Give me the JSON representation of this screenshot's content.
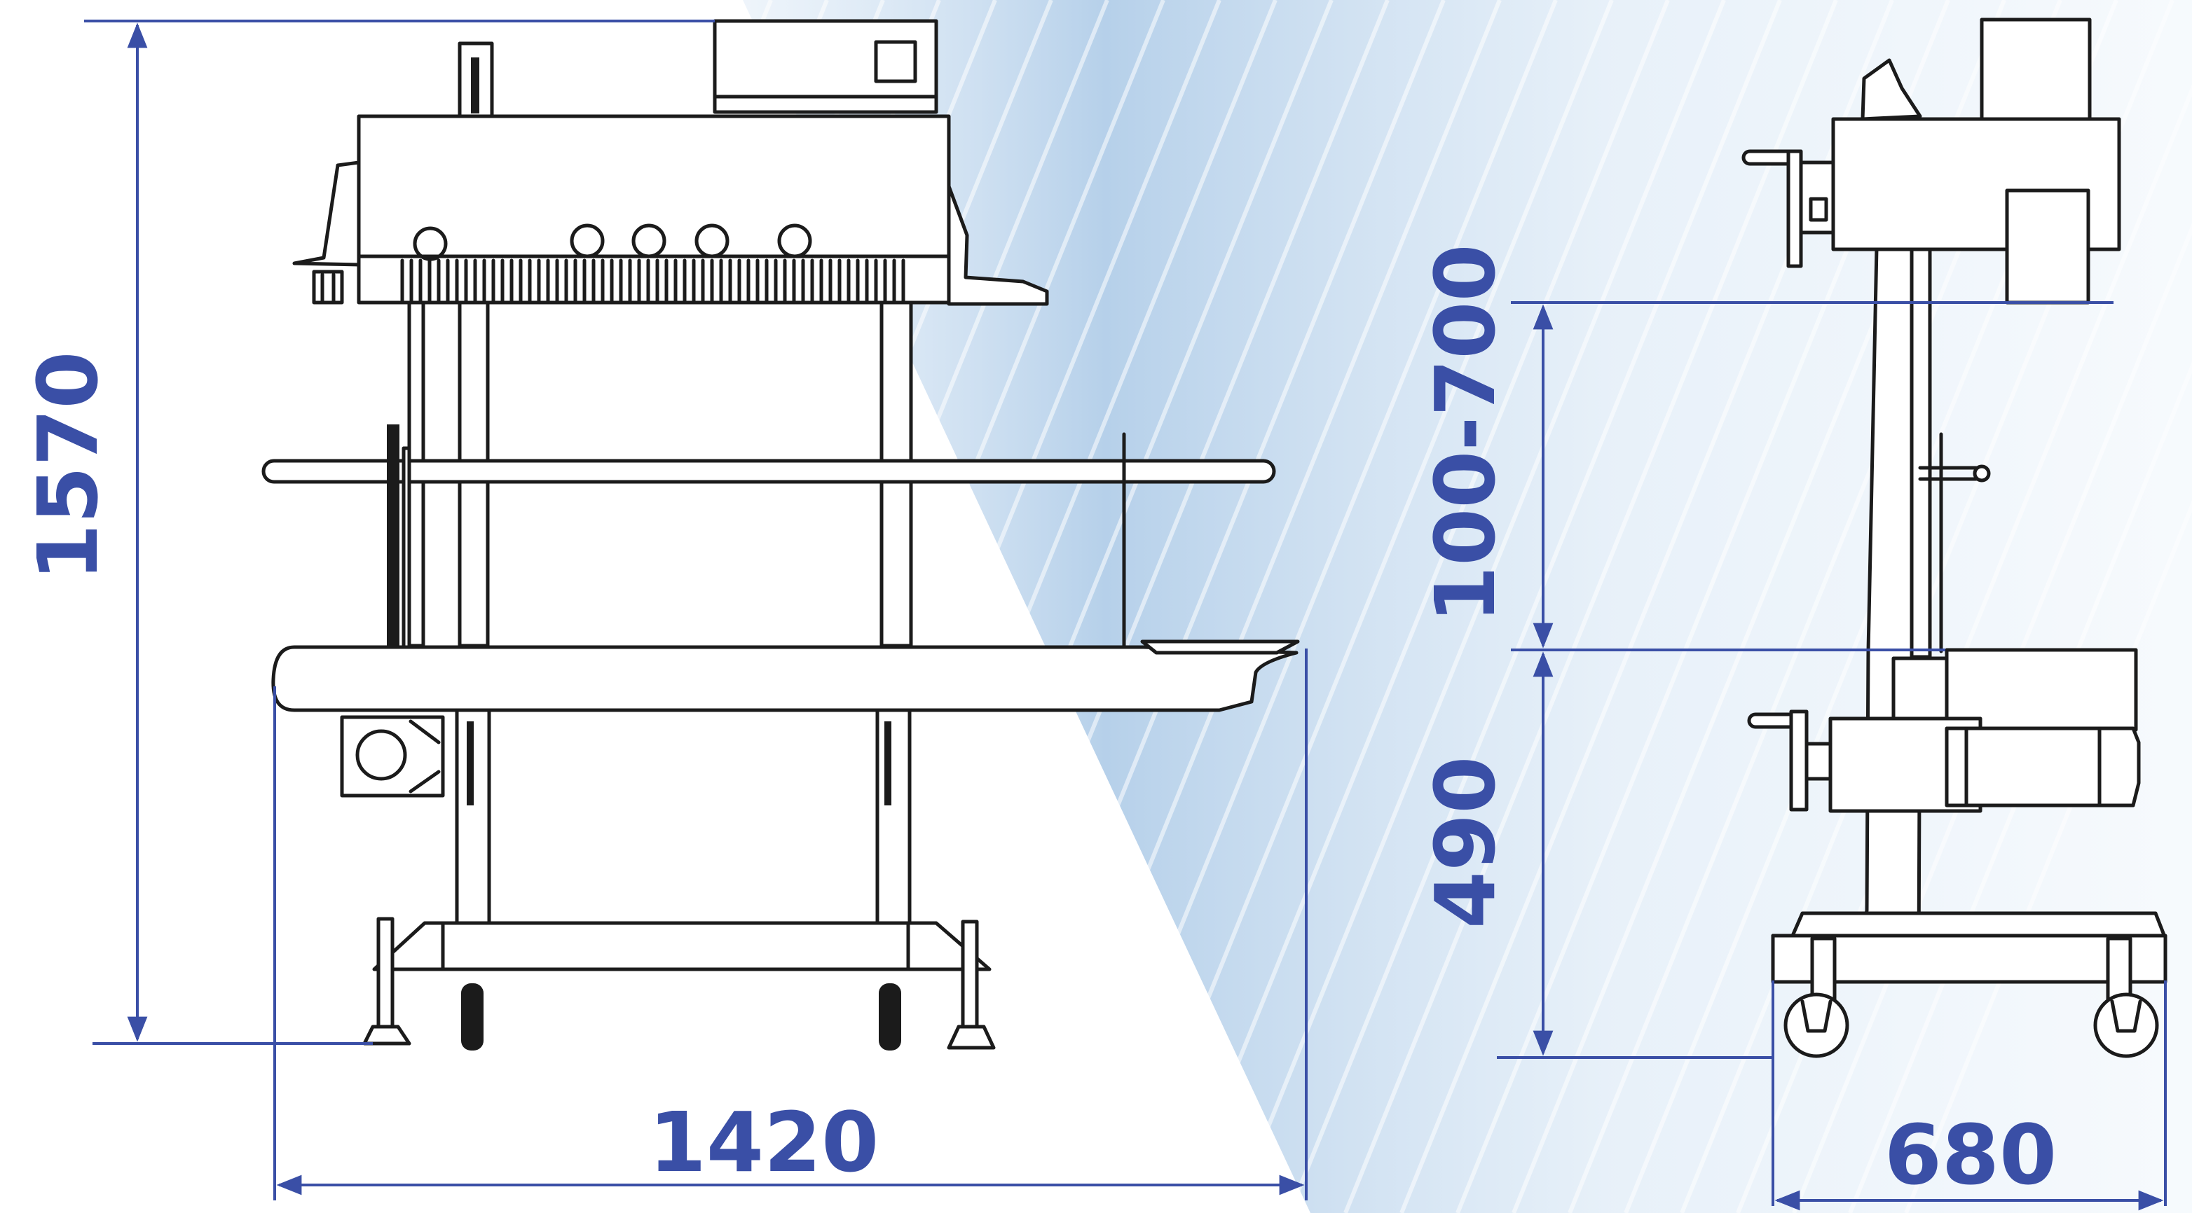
{
  "colors": {
    "dimension": "#3a4fa6",
    "machine": "#1b1b1b",
    "background": "#ffffff",
    "sheen": "#a9c8e6"
  },
  "dimensions": {
    "height": "1570",
    "width": "1420",
    "adjust_range": "100-700",
    "table_height": "490",
    "depth": "680"
  }
}
